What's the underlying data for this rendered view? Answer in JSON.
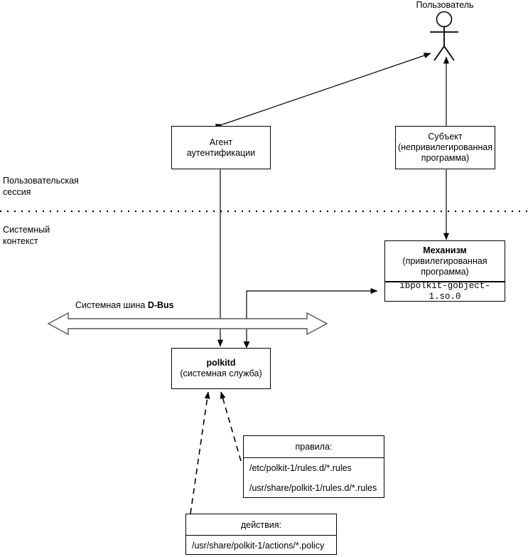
{
  "diagram": {
    "title_actor": "Пользователь",
    "zones": {
      "user_session": "Пользовательская\nсессия",
      "system_context": "Системный\nконтекст"
    },
    "bus": {
      "label_plain": "Системная шина ",
      "label_bold": "D-Bus"
    },
    "boxes": {
      "auth_agent": {
        "line1": "Агент",
        "line2": "аутентификации"
      },
      "subject": {
        "line1": "Субъект",
        "line2": "(непривилегированная",
        "line3": "программа)"
      },
      "mechanism": {
        "line1": "Механизм",
        "line2": "(привилегированная",
        "line3": "программа)"
      },
      "library": {
        "name": "ibpolkit-gobject-1.so.0"
      },
      "polkitd": {
        "line1": "polkitd",
        "line2": "(системная служба)"
      }
    },
    "rules_table": {
      "header": "правила:",
      "rows": [
        "/etc/polkit-1/rules.d/*.rules",
        "/usr/share/polkit-1/rules.d/*.rules"
      ]
    },
    "actions_table": {
      "header": "действия:",
      "rows": [
        "/usr/share/polkit-1/actions/*.policy"
      ]
    }
  },
  "colors": {
    "stroke": "#000000",
    "bus_outline": "#555555",
    "background": "#ffffff"
  }
}
